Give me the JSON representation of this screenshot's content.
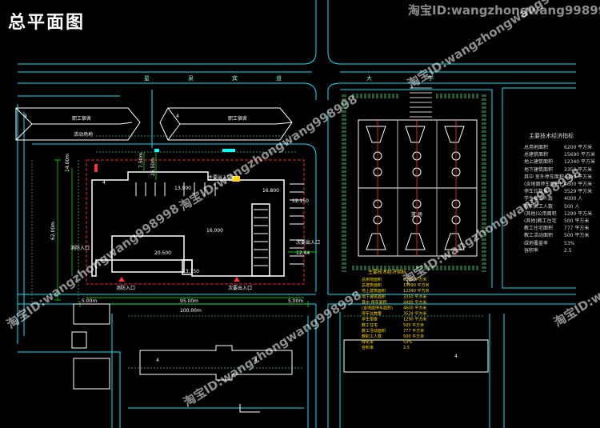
{
  "title": "总平面图",
  "watermark_text": "淘宝ID:wangzhongwang998998",
  "road_labels": {
    "north_road": [
      "星",
      "泉",
      "宾",
      "道"
    ],
    "east_top": "大",
    "east_top_2": "学"
  },
  "building_labels": {
    "dorm_left": "4",
    "dorm_left_name": "职工宿舍",
    "dorm_right": "4",
    "dorm_right_name": "职工宿舍",
    "main_building_num": "4",
    "south_left": "4",
    "south_right": "4",
    "east_block": "4",
    "court_center": "篮 场",
    "fitness_label": "活动场地"
  },
  "elevations": {
    "e1": "13.900",
    "e2": "16.800",
    "e3": "16.000",
    "e4": "20.500",
    "e5": "12.150",
    "e6": "13.150",
    "e7": "12.44"
  },
  "entrances": {
    "main_entry": "主要出入口",
    "secondary_entry": "次要出入口",
    "entry_south_left": "消防入口",
    "entry_south_right": "次要出入口",
    "side_entry": "消防入口"
  },
  "dimensions": {
    "width_total": "100.00m",
    "width_inner": "95.00m",
    "height_total": "62.00m",
    "height_inner": "14.00m",
    "gap_1": "7.50m",
    "gap_2": "25.50m",
    "offset_left": "5.00m",
    "offset_right": "5.00m"
  },
  "indicator_table": {
    "title": "主要技术经济指标",
    "rows": [
      {
        "label": "总用地面积",
        "value": "6200  平方米"
      },
      {
        "label": "总建筑面积",
        "value": "15690  平方米"
      },
      {
        "label": "地上建筑面积",
        "value": "12340  平方米"
      },
      {
        "label": "地下建筑面积",
        "value": "3350  平方米"
      },
      {
        "label": "其中 室外停车面积",
        "value": "4490  平方米"
      },
      {
        "label": "(含地面停车面积)",
        "value": "4600  平方米"
      },
      {
        "label": "停车位数量",
        "value": "3529  平方米"
      },
      {
        "label": "学生宿舍人数",
        "value": "4000 人"
      },
      {
        "label": "教职员工人数",
        "value": "500 人"
      },
      {
        "label": "(其他)公用面积",
        "value": "1290  平方米"
      },
      {
        "label": "(其他)教工住宅",
        "value": "500  平方米"
      },
      {
        "label": "教工住宅面积",
        "value": "777  平方米"
      },
      {
        "label": "教工活动面积",
        "value": "500  平方米"
      },
      {
        "label": "绿地覆盖率",
        "value": "53%"
      },
      {
        "label": "容积率",
        "value": "2.5"
      }
    ]
  },
  "yellow_table": {
    "title": "主要技术经济指标",
    "rows": [
      {
        "label": "总用地面积",
        "value": "6200 平方米"
      },
      {
        "label": "总建筑面积",
        "value": "15690 平方米"
      },
      {
        "label": "地上建筑面积",
        "value": "12340 平方米"
      },
      {
        "label": "地下建筑面积",
        "value": "3350 平方米"
      },
      {
        "label": "其中 停车面积",
        "value": "4490 平方米"
      },
      {
        "label": "(含地面停车面积)",
        "value": "4600 平方米"
      },
      {
        "label": "停车位数量",
        "value": "3529 平方米"
      },
      {
        "label": "学生宿舍",
        "value": "1290 平方米"
      },
      {
        "label": "教工住宅",
        "value": "500 平方米"
      },
      {
        "label": "教工活动面积",
        "value": "777 平方米"
      },
      {
        "label": "教职工人数",
        "value": "500 平方米"
      },
      {
        "label": "绿化率",
        "value": "53%"
      },
      {
        "label": "容积率",
        "value": "2.5"
      }
    ]
  },
  "colors": {
    "background": "#000000",
    "road_line": "#00e5ff",
    "building_outline": "#ffffff",
    "red_boundary": "#ff2020",
    "green_dim": "#00ff00",
    "tree_green": "#3cb371",
    "yellow_text": "#ffd700",
    "court_red": "#ff3030"
  }
}
